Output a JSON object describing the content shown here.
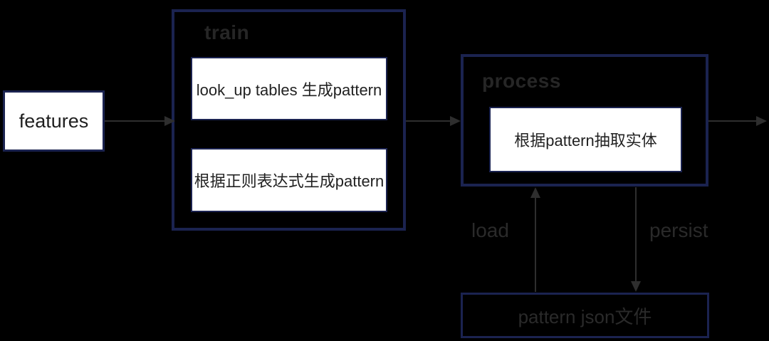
{
  "diagram": {
    "background_color": "#000000",
    "border_color": "#1b2350",
    "label_color": "#2a2a2a",
    "arrow_color": "#2e2e2e",
    "node_fill": "#ffffff",
    "nodes": {
      "features": {
        "label": "features"
      },
      "train": {
        "label": "train",
        "children": [
          {
            "label": "look_up tables 生成pattern"
          },
          {
            "label": "根据正则表达式生成pattern"
          }
        ]
      },
      "process": {
        "label": "process",
        "children": [
          {
            "label": "根据pattern抽取实体"
          }
        ]
      },
      "pattern_json": {
        "label": "pattern json文件"
      }
    },
    "edges": {
      "load_label": "load",
      "persist_label": "persist"
    }
  }
}
